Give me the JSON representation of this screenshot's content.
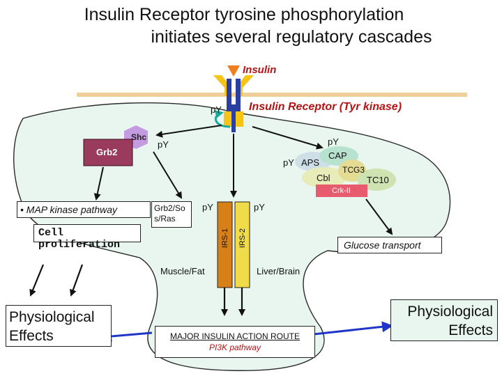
{
  "title": {
    "line1": "Insulin Receptor tyrosine phosphorylation",
    "line2": "initiates several regulatory cascades"
  },
  "labels": {
    "insulin": "Insulin",
    "receptor": "Insulin Receptor (Tyr kinase)",
    "py_receptor": "pY",
    "shc": "Shc",
    "py_shc": "pY",
    "grb2": "Grb2",
    "py_right": "pY",
    "py_aps": "pY",
    "aps": "APS",
    "cap": "CAP",
    "cbl": "Cbl",
    "tcg3": "TCG3",
    "tc10": "TC10",
    "crk": "Crk-II",
    "mapk": "• MAP kinase pathway",
    "grb2sos": "Grb2/Sos/Ras",
    "cell_prolif": "Cell proliferation",
    "py_irs1": "pY",
    "py_irs2": "pY",
    "irs1": "IRS-1",
    "irs2": "IRS-2",
    "glucose": "Glucose transport",
    "muscle": "Muscle/Fat",
    "liver": "Liver/Brain",
    "physio_left": "Physiological Effects",
    "physio_right": "Physiological Effects",
    "major_route": "MAJOR INSULIN ACTION ROUTE",
    "pi3k": "PI3K pathway"
  },
  "colors": {
    "membrane": "#f2cf98",
    "cell_fill": "#e8f6ef",
    "insulin_triangle": "#f07d1e",
    "receptor_yellow": "#f5c416",
    "receptor_blue": "#2a3f9f",
    "grb2": "#9a3a5c",
    "shc": "#c49ae0",
    "aps": "#cfdfe8",
    "cap": "#b8e2d0",
    "cbl": "#e8ecb8",
    "tcg3": "#e4dc92",
    "tc10": "#cfe2b2",
    "crk": "#e85a6e",
    "irs1": "#d88018",
    "irs2": "#f0dc4a",
    "red_text": "#b31313",
    "arrow_blue": "#1f36c8",
    "arrow_cyan": "#1aa89b"
  }
}
